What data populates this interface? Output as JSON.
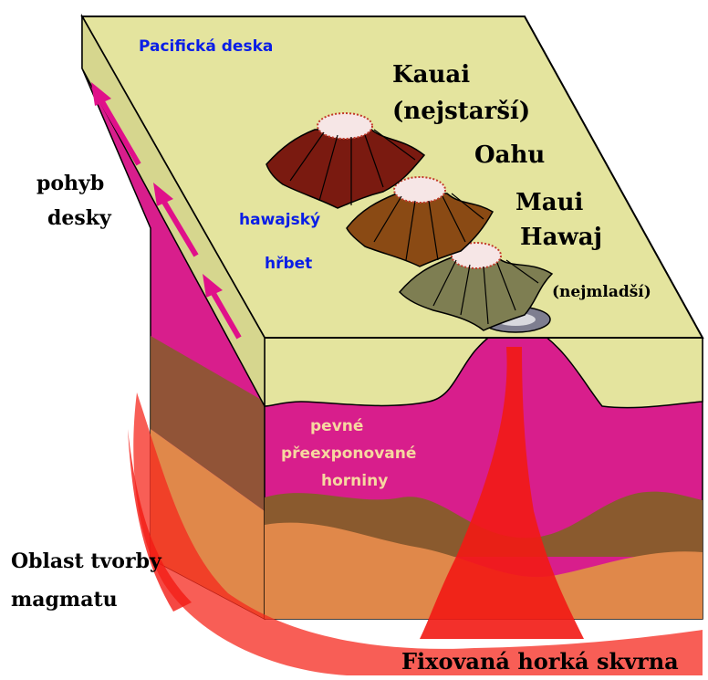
{
  "labels": {
    "plate": "Pacifická deska",
    "kauai": "Kauai",
    "oldest": "(nejstarší)",
    "oahu": "Oahu",
    "maui": "Maui",
    "hawaii": "Hawaj",
    "youngest": "(nejmladší)",
    "ridge_line1": "hawajský",
    "ridge_line2": "hřbet",
    "motion_line1": "pohyb",
    "motion_line2": "desky",
    "rock_line1": "pevné",
    "rock_line2": "přeexponované",
    "rock_line3": "horniny",
    "magma_line1": "Oblast tvorby",
    "magma_line2": "magmatu",
    "hotspot": "Fixovaná horká skvrna"
  },
  "colors": {
    "plate_top": "#e4e49e",
    "plate_side": "#d6d68e",
    "outline": "#000000",
    "mantle_pink": "#d81e8c",
    "brown_band": "#8a5a2e",
    "orange_band": "#e0884a",
    "hotspot_red": "#f21a14",
    "arrow": "#e0108a",
    "blue_text": "#0a1ee6",
    "pale_text": "#f6d8a0",
    "volcano_kauai": "#7a1a10",
    "volcano_maui": "#8a4a14",
    "volcano_hawaii": "#7e7e52"
  },
  "icons": {
    "motion": "arrow-up-left-icon",
    "volcano": "volcano-icon"
  }
}
